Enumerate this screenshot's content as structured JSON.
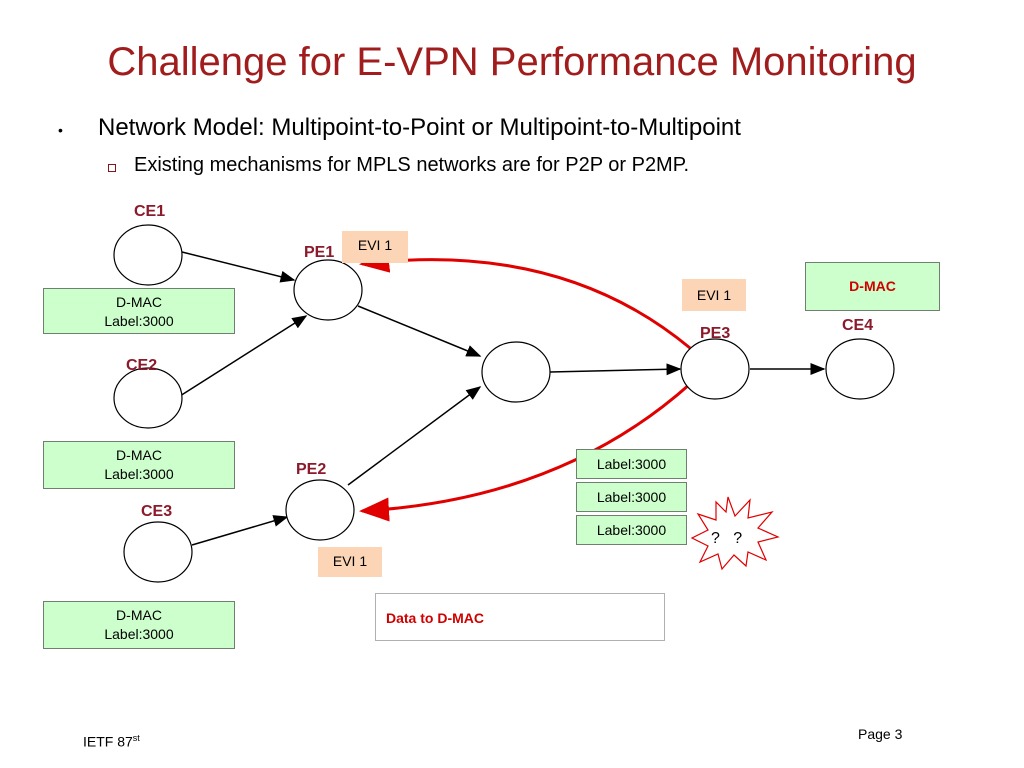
{
  "title": "Challenge for E-VPN Performance Monitoring",
  "bullets": {
    "level1": "Network Model: Multipoint-to-Point or Multipoint-to-Multipoint",
    "level2": "Existing mechanisms for MPLS networks are for P2P or P2MP."
  },
  "nodes": {
    "ce1": "CE1",
    "ce2": "CE2",
    "ce3": "CE3",
    "ce4": "CE4",
    "pe1": "PE1",
    "pe2": "PE2",
    "pe3": "PE3"
  },
  "evi_labels": {
    "pe1": "EVI 1",
    "pe2": "EVI 1",
    "pe3": "EVI 1"
  },
  "ce_tables": {
    "ce1": {
      "line1": "D-MAC",
      "line2": "Label:3000"
    },
    "ce2": {
      "line1": "D-MAC",
      "line2": "Label:3000"
    },
    "ce3": {
      "line1": "D-MAC",
      "line2": "Label:3000"
    }
  },
  "ce4_table": {
    "label": "D-MAC"
  },
  "pe3_labels": [
    "Label:3000",
    "Label:3000",
    "Label:3000"
  ],
  "question_marks": "?   ?",
  "legend": {
    "text": "Data to D-MAC"
  },
  "footer": {
    "left_main": "IETF 87",
    "left_sup": "st",
    "page": "Page 3"
  },
  "colors": {
    "title": "#a11d1d",
    "node_label": "#8b1a2b",
    "arrow_red": "#e00000",
    "green_fill": "#ccffcc",
    "peach_fill": "#fbd5b5"
  }
}
